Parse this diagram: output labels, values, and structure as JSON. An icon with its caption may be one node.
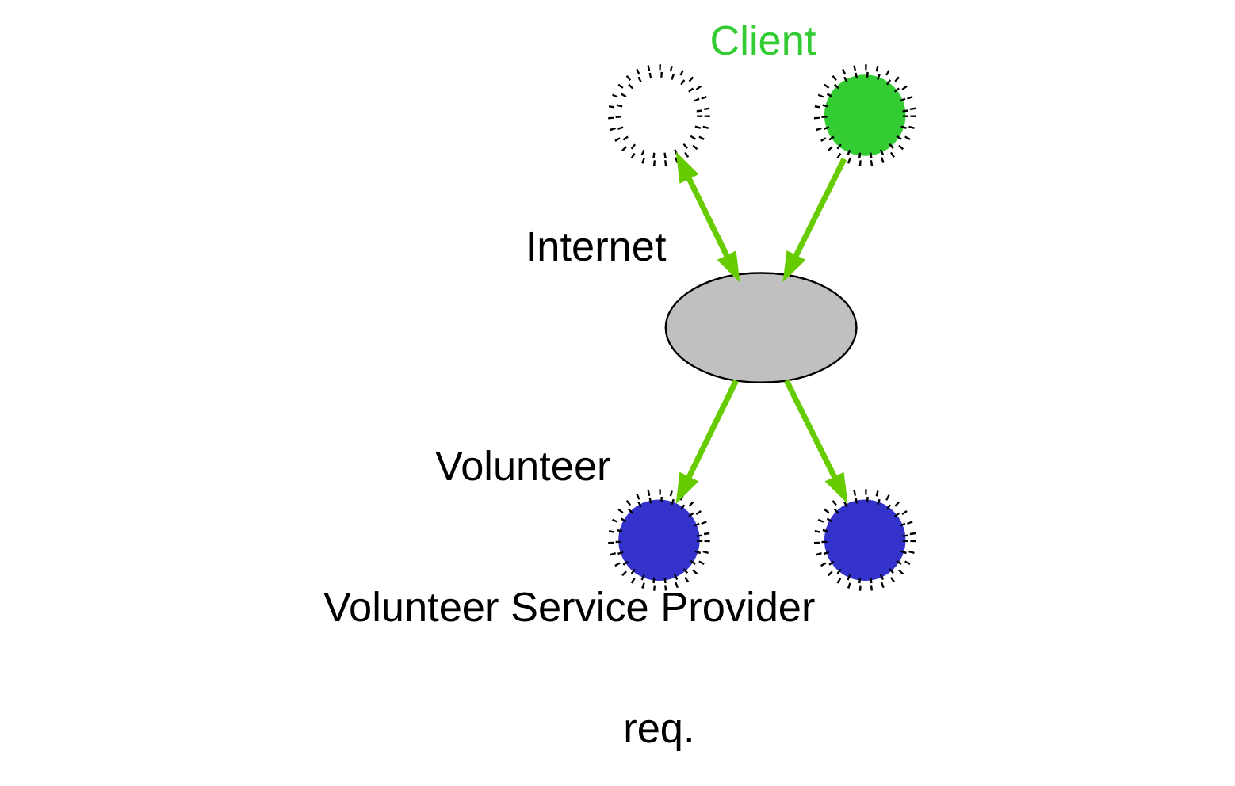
{
  "diagram": {
    "nodes": [
      {
        "text": [],
        "shape": "circle"
      },
      {
        "text": [
          "Internet"
        ]
      },
      {
        "text": [
          "Volunteer"
        ]
      },
      {
        "text": [
          "Volunteer Service Provider"
        ]
      },
      {
        "text": [
          "Client"
        ]
      }
    ],
    "edges": [
      {
        "from": 0,
        "to": 1,
        "arrow": "both"
      },
      {
        "from": 1,
        "to": 2,
        "arrow": "to"
      },
      {
        "from": 1,
        "to": 3,
        "arrow": "to"
      },
      {
        "from": 4,
        "to": 1,
        "arrow": "to"
      }
    ],
    "labels": [
      "req."
    ]
  }
}
